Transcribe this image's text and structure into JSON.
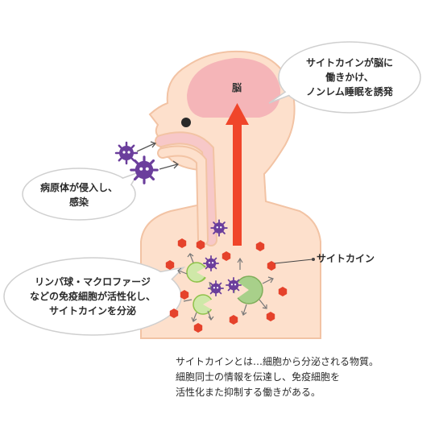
{
  "brain_label": "脳",
  "cytokine_label": "サイトカイン",
  "bubbles": {
    "brain": [
      "サイトカインが脳に",
      "働きかけ、",
      "ノンレム睡眠を誘発"
    ],
    "infection": [
      "病原体が侵入し、",
      "感染"
    ],
    "immune": [
      "リンパ球・マクロファージ",
      "などの免疫細胞が活性化し、",
      "サイトカインを分泌"
    ]
  },
  "caption": [
    "サイトカインとは…細胞から分泌される物質。",
    "細胞同士の情報を伝達し、免疫細胞を",
    "活性化また抑制する働きがある。"
  ],
  "colors": {
    "skin": "#fde0cc",
    "skin_outline": "#f2c3a4",
    "brain": "#f5b5b8",
    "airway": "#f7c8c8",
    "arrow": "#f0452a",
    "cytokine": "#e5422b",
    "virus": "#6b3e9c",
    "immune_cell_green": "#cfe8a8",
    "immune_cell_outline": "#8fc24a",
    "bubble_outline": "#cfcfcf"
  },
  "icons": [
    "virus-icon",
    "immune-cell-icon",
    "cytokine-hexagon-icon"
  ]
}
